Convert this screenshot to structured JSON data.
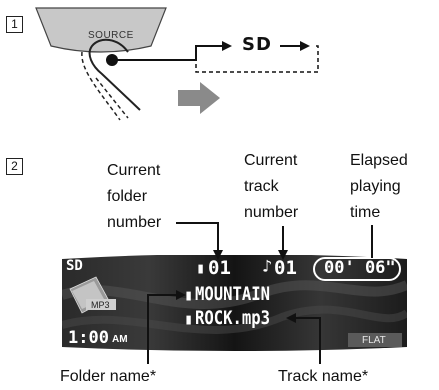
{
  "steps": [
    "1",
    "2"
  ],
  "step1": {
    "button_label": "SOURCE",
    "flow_label": "SD"
  },
  "step2": {
    "label_folder_number": [
      "Current",
      "folder",
      "number"
    ],
    "label_track_number": [
      "Current",
      "track",
      "number"
    ],
    "label_elapsed_time": [
      "Elapsed",
      "playing",
      "time"
    ],
    "label_folder_name": "Folder name*",
    "label_track_name": "Track name*",
    "display": {
      "source": "SD",
      "folder_number": "01",
      "track_number": "01",
      "elapsed_time": "00' 06\"",
      "folder_name": "MOUNTAIN",
      "track_name": "ROCK.mp3",
      "format_badge": "MP3",
      "clock": "1:00",
      "clock_suffix": "AM",
      "eq_mode": "FLAT"
    }
  },
  "colors": {
    "lcd_background": "#1e1e1e",
    "lcd_text": "#ffffff",
    "arrow": "#111111",
    "button_fill": "#c8c8c8",
    "hand_arrow": "#8a8a8a"
  }
}
